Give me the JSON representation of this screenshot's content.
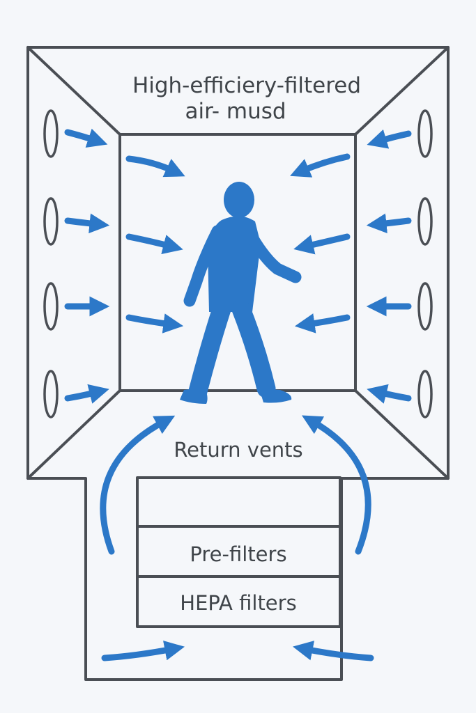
{
  "labels": {
    "top_line1": "High-efficiery-filtered",
    "top_line2": "air- musd",
    "return_vents": "Return vents",
    "pre_filters": "Pre-filters",
    "hepa_filters": "HEPA filters"
  },
  "colors": {
    "airflow": "#2c78c8",
    "outline": "#4a4e54",
    "text": "#3f4449",
    "background": "#f5f7fa"
  },
  "icons": {
    "person": "walking-person-icon",
    "vent": "ceiling-vent-icon",
    "airflow": "arrow-icon"
  }
}
